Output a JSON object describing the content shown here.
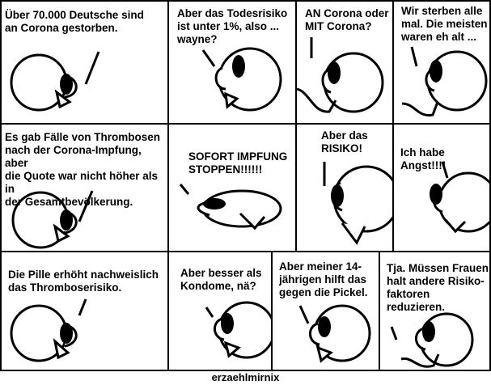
{
  "rows": [
    {
      "panels": [
        {
          "text": "Über 70.000 Deutsche sind\nan Corona gestorben."
        },
        {
          "text": "Aber das Todesrisiko\nist unter 1%, also ...\nwayne?"
        },
        {
          "text": "AN Corona oder\nMIT Corona?"
        },
        {
          "text": "Wir sterben alle\nmal. Die meisten\nwaren eh alt ..."
        }
      ]
    },
    {
      "panels": [
        {
          "text": "Es gab Fälle von Thrombosen\nnach der Corona-Impfung, aber\ndie Quote war nicht höher als in\nder Gesamtbevölkerung."
        },
        {
          "text": "SOFORT IMPFUNG\nSTOPPEN!!!!!!"
        },
        {
          "text": "Aber das\nRISIKO!"
        },
        {
          "text": "Ich habe Angst!!!!"
        }
      ]
    },
    {
      "panels": [
        {
          "text": "Die Pille erhöht nachweislich\ndas Thromboserisiko."
        },
        {
          "text": "Aber besser als\nKondome, nä?"
        },
        {
          "text": "Aber meiner 14-\njährigen hilft das\ngegen die Pickel."
        },
        {
          "text": "Tja. Müssen Frauen\nhalt andere Risiko-\nfaktoren reduzieren."
        }
      ]
    }
  ],
  "credit": "erzaehlmirnix"
}
